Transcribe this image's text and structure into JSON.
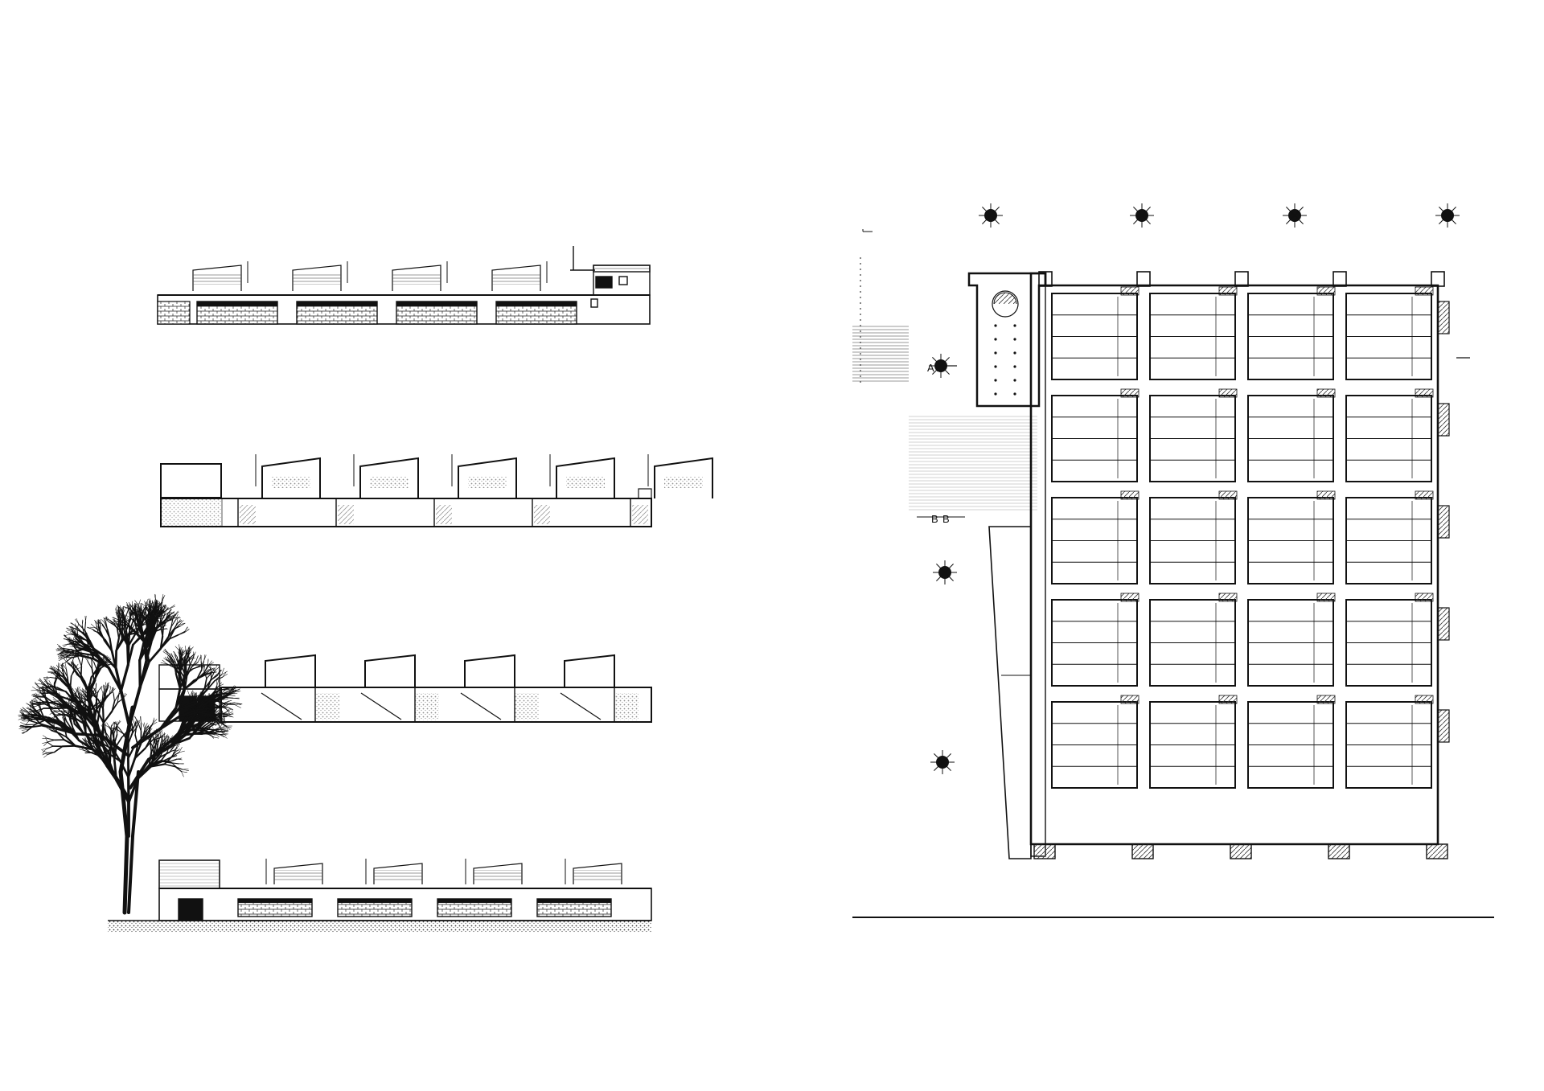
{
  "sheet": {
    "ink_color": "#111111",
    "paper_color": "#ffffff",
    "elevations": [
      {
        "name": "elevation-top"
      },
      {
        "name": "section-middle"
      },
      {
        "name": "section-lower"
      },
      {
        "name": "elevation-bottom"
      }
    ],
    "plan": {
      "unit_columns": 4,
      "unit_rows": 5,
      "section_marks": {
        "a": "A",
        "b": "B"
      }
    }
  }
}
